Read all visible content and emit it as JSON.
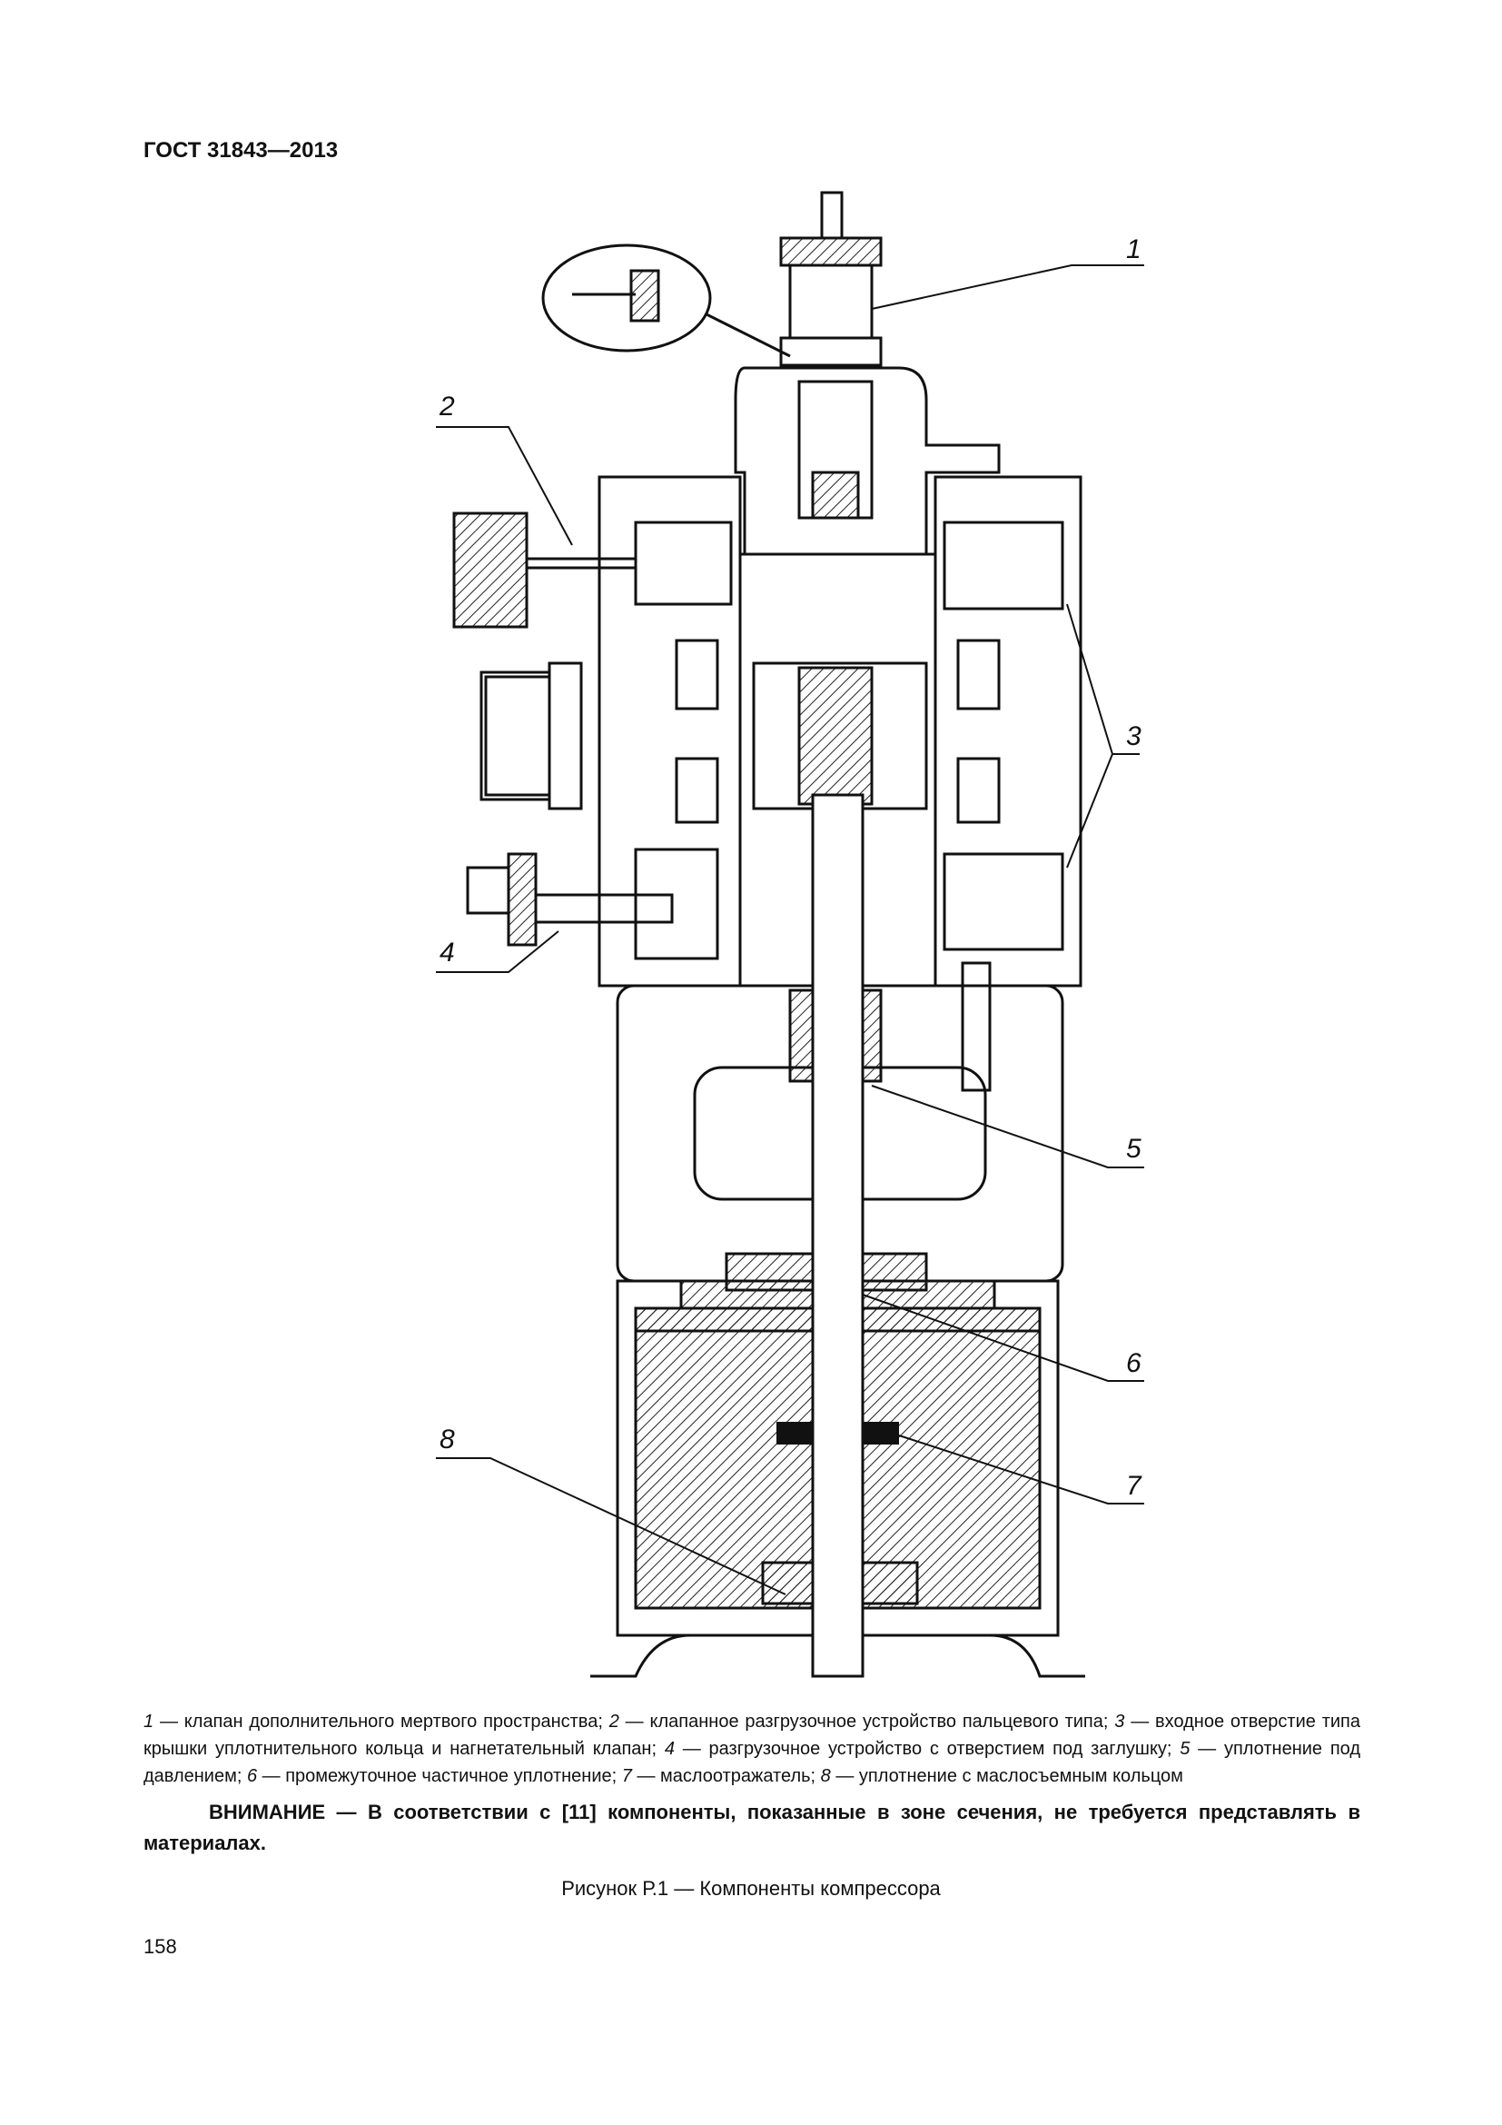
{
  "header": {
    "standard_code": "ГОСТ 31843—2013"
  },
  "figure": {
    "callouts": [
      "1",
      "2",
      "3",
      "4",
      "5",
      "6",
      "7",
      "8"
    ],
    "legend": [
      {
        "num": "1",
        "text": " — клапан дополнительного мертвого пространства; "
      },
      {
        "num": "2",
        "text": " — клапанное разгрузочное устройство пальцевого типа; "
      },
      {
        "num": "3",
        "text": " — входное отверстие типа крышки уплотнительного кольца и нагнетательный клапан; "
      },
      {
        "num": "4",
        "text": " — разгрузочное устройство с отверстием под заглушку; "
      },
      {
        "num": "5",
        "text": " — уплотнение под давлением; "
      },
      {
        "num": "6",
        "text": " — промежуточное частичное уплотнение; "
      },
      {
        "num": "7",
        "text": " — маслоотражатель; "
      },
      {
        "num": "8",
        "text": " — уплотнение с маслосъемным кольцом"
      }
    ],
    "warning": "ВНИМАНИЕ — В соответствии с [11] компоненты, показанные в зоне сечения, не требуется представлять в материалах.",
    "caption": "Рисунок Р.1 — Компоненты компрессора"
  },
  "footer": {
    "page_number": "158"
  }
}
